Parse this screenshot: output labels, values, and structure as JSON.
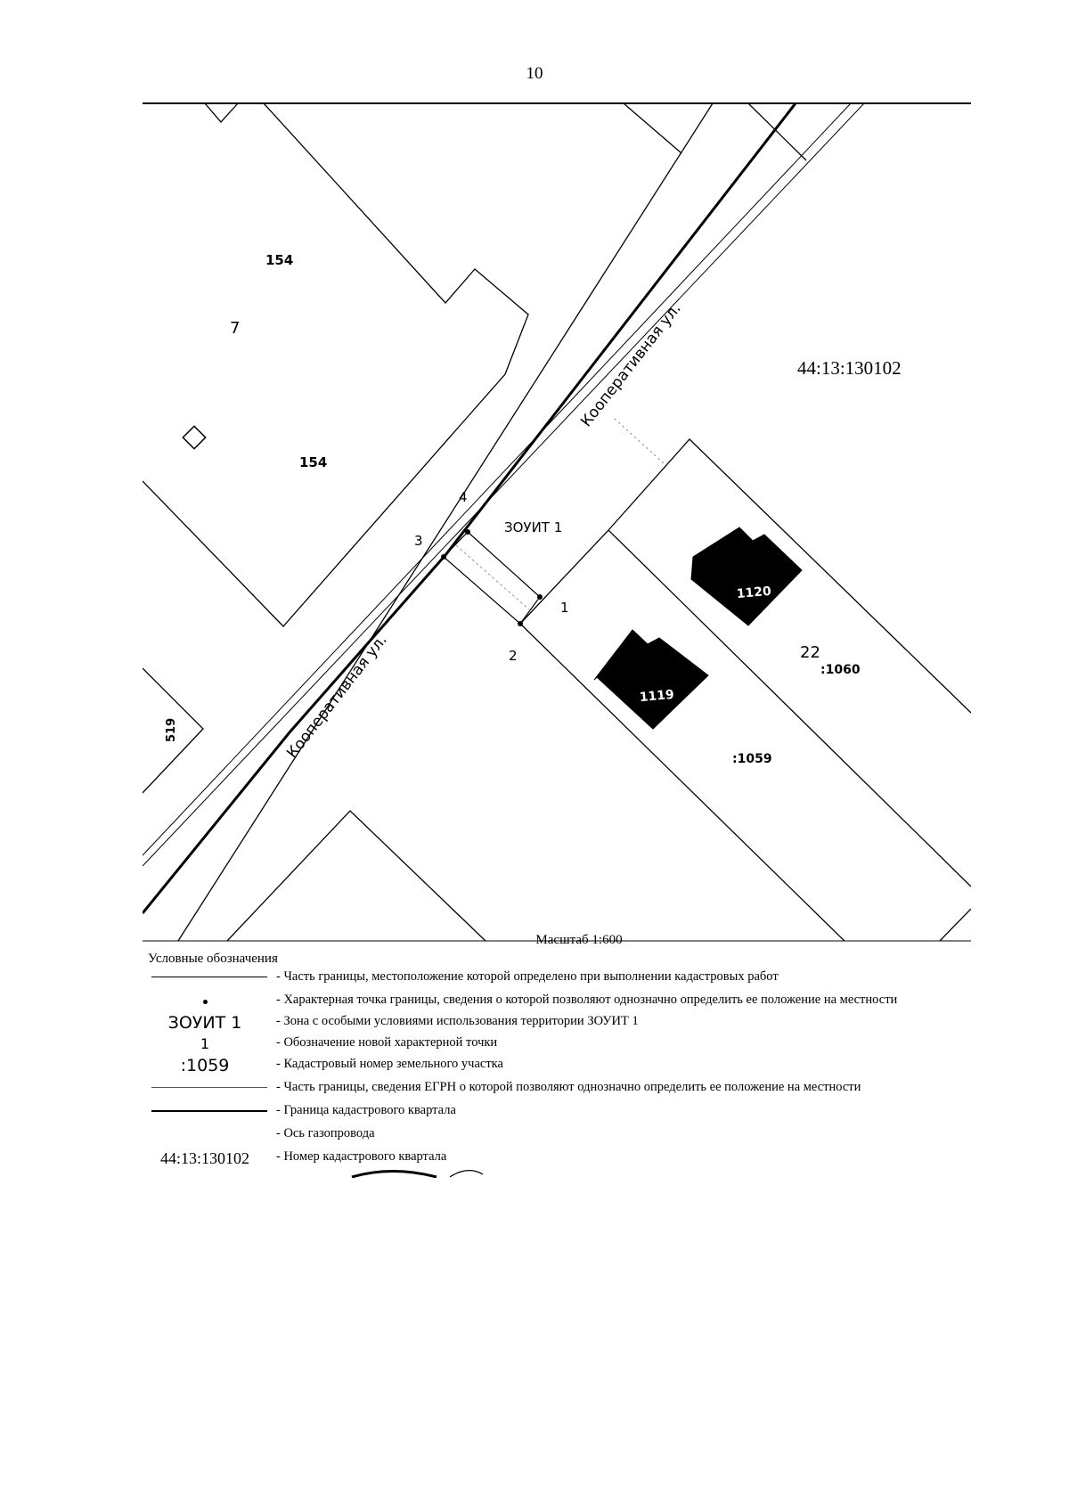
{
  "page_number": "10",
  "map": {
    "street_name_top": "Кооперативная ул.",
    "street_name_bottom": "Кооперативная ул.",
    "quarter_number": "44:13:130102",
    "labels": {
      "parcel_154_top": "154",
      "parcel_154_mid": "154",
      "parcel_7": "7",
      "parcel_519": "519",
      "zone": "ЗОУИТ 1",
      "point_1": "1",
      "point_2": "2",
      "point_3": "3",
      "point_4": "4",
      "building_1120": "1120",
      "building_1119": "1119",
      "number_22": "22",
      "parcel_1060": ":1060",
      "parcel_1059": ":1059"
    }
  },
  "scale": "Масштаб 1:600",
  "legend": {
    "title": "Условные обозначения",
    "items": [
      {
        "symbol": "",
        "text": "- Часть границы, местоположение которой определено при выполнении кадастровых работ"
      },
      {
        "symbol": "",
        "text": "- Характерная точка границы, сведения о которой позволяют однозначно определить ее положение на местности"
      },
      {
        "symbol": "ЗОУИТ 1",
        "text": "- Зона с особыми условиями использования территории ЗОУИТ 1"
      },
      {
        "symbol": "1",
        "text": "- Обозначение новой характерной точки"
      },
      {
        "symbol": ":1059",
        "text": "- Кадастровый номер земельного участка"
      },
      {
        "symbol": "",
        "text": "- Часть границы, сведения ЕГРН о которой позволяют однозначно определить ее положение на местности"
      },
      {
        "symbol": "",
        "text": "- Граница кадастрового квартала"
      },
      {
        "symbol": "",
        "text": "- Ось газопровода"
      },
      {
        "symbol": "44:13:130102",
        "text": "- Номер кадастрового квартала"
      }
    ]
  }
}
